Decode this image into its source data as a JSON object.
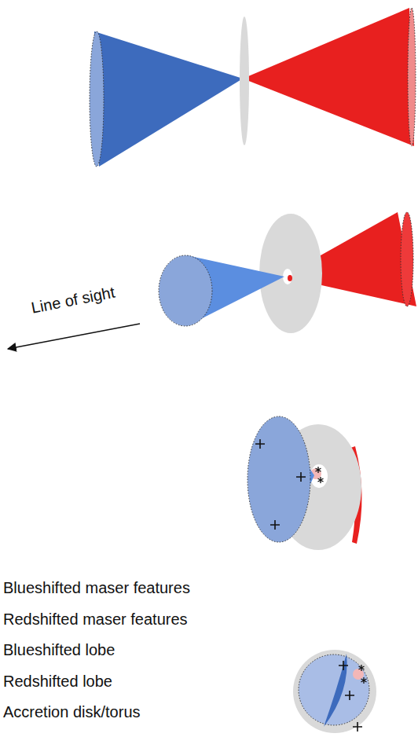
{
  "diagram": {
    "labels": [
      "Line of sight"
    ],
    "legend": [
      {
        "text": "Blueshifted maser features"
      },
      {
        "text": "Redshifted maser features"
      },
      {
        "text": "Blueshifted lobe"
      },
      {
        "text": "Redshifted lobe"
      },
      {
        "text": "Accretion disk/torus"
      }
    ]
  }
}
